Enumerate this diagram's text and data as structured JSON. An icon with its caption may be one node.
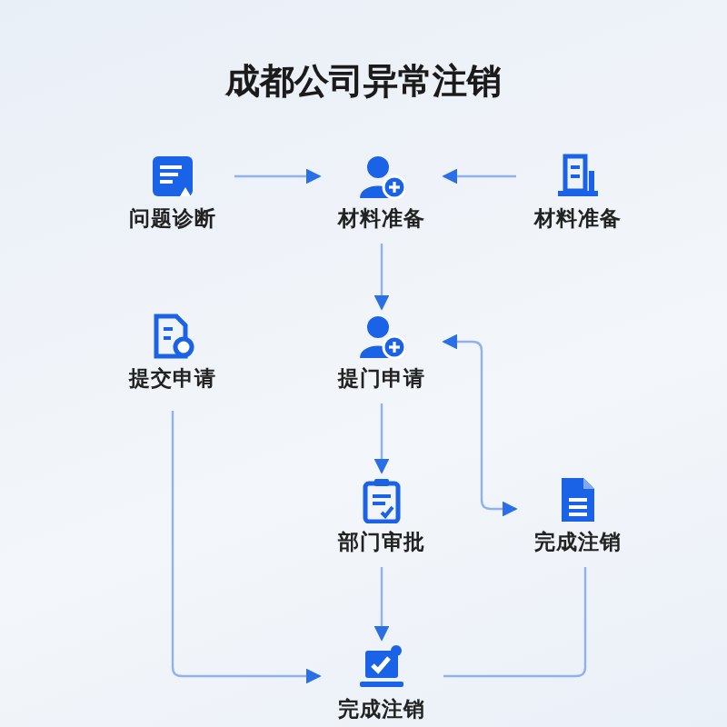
{
  "diagram": {
    "title": "成都公司异常注销",
    "nodes": [
      {
        "text": [
          "问题诊断"
        ]
      },
      {
        "text": [
          "材料准备"
        ]
      },
      {
        "text": [
          "材料准备"
        ]
      },
      {
        "text": [
          "提交申请"
        ]
      },
      {
        "text": [
          "提门申请"
        ]
      },
      {
        "text": [
          "部门审批"
        ]
      },
      {
        "text": [
          "完成注销"
        ]
      },
      {
        "text": [
          "完成注销"
        ]
      }
    ],
    "edges": [
      {
        "from": 0,
        "to": 1,
        "arrow": "to"
      },
      {
        "from": 2,
        "to": 1,
        "arrow": "to"
      },
      {
        "from": 1,
        "to": 4,
        "arrow": "to"
      },
      {
        "from": 3,
        "to": 7,
        "arrow": "to"
      },
      {
        "from": 4,
        "to": 5,
        "arrow": "to"
      },
      {
        "from": 5,
        "to": 7,
        "arrow": "to"
      },
      {
        "from": 4,
        "to": 6,
        "arrow": "both"
      },
      {
        "from": 7,
        "to": 6,
        "arrow": "none"
      }
    ]
  }
}
